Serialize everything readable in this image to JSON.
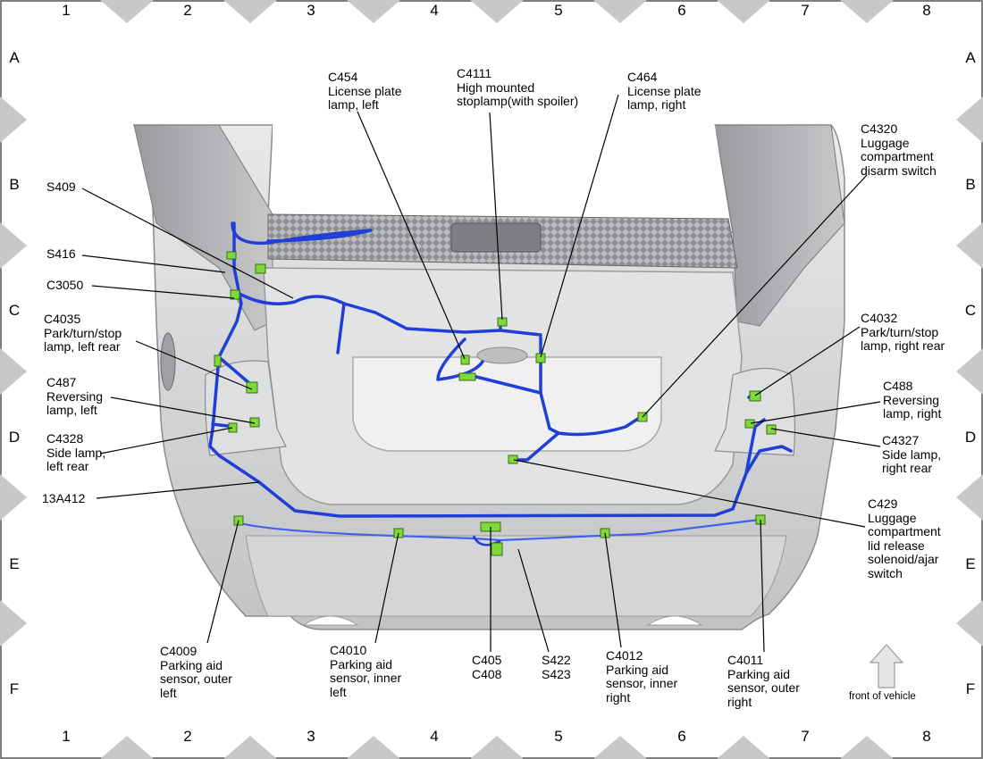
{
  "grid": {
    "columns": [
      "1",
      "2",
      "3",
      "4",
      "5",
      "6",
      "7",
      "8"
    ],
    "rows": [
      "A",
      "B",
      "C",
      "D",
      "E",
      "F"
    ]
  },
  "callouts": [
    {
      "id": "c454",
      "text": "C454\nLicense plate\nlamp, left"
    },
    {
      "id": "c4111",
      "text": "C4111\nHigh mounted\nstoplamp(with spoiler)"
    },
    {
      "id": "c464",
      "text": "C464\nLicense plate\nlamp, right"
    },
    {
      "id": "c4320",
      "text": "C4320\nLuggage\ncompartment\ndisarm switch"
    },
    {
      "id": "s409",
      "text": "S409"
    },
    {
      "id": "s416",
      "text": "S416"
    },
    {
      "id": "c3050",
      "text": "C3050"
    },
    {
      "id": "c4035",
      "text": "C4035\nPark/turn/stop\nlamp, left rear"
    },
    {
      "id": "c487",
      "text": "C487\nReversing\nlamp, left"
    },
    {
      "id": "c4328",
      "text": "C4328\nSide lamp,\nleft rear"
    },
    {
      "id": "w13a412",
      "text": "13A412"
    },
    {
      "id": "c4032",
      "text": "C4032\nPark/turn/stop\nlamp, right rear"
    },
    {
      "id": "c488",
      "text": "C488\nReversing\nlamp, right"
    },
    {
      "id": "c4327",
      "text": "C4327\nSide lamp,\nright rear"
    },
    {
      "id": "c429",
      "text": "C429\nLuggage\ncompartment\nlid release\nsolenoid/ajar\nswitch"
    },
    {
      "id": "c4009",
      "text": "C4009\nParking aid\nsensor, outer\nleft"
    },
    {
      "id": "c4010",
      "text": "C4010\nParking aid\nsensor, inner\nleft"
    },
    {
      "id": "c405",
      "text": "C405\nC408"
    },
    {
      "id": "s422",
      "text": "S422\nS423"
    },
    {
      "id": "c4012",
      "text": "C4012\nParking aid\nsensor, inner\nright"
    },
    {
      "id": "c4011",
      "text": "C4011\nParking aid\nsensor, outer\nright"
    }
  ],
  "orientation": {
    "label": "front of vehicle"
  },
  "colors": {
    "harness": "#1f3fd6",
    "connector": "#7fd93a",
    "body": "#cfd0d2",
    "tick": "#c8c8c8"
  }
}
